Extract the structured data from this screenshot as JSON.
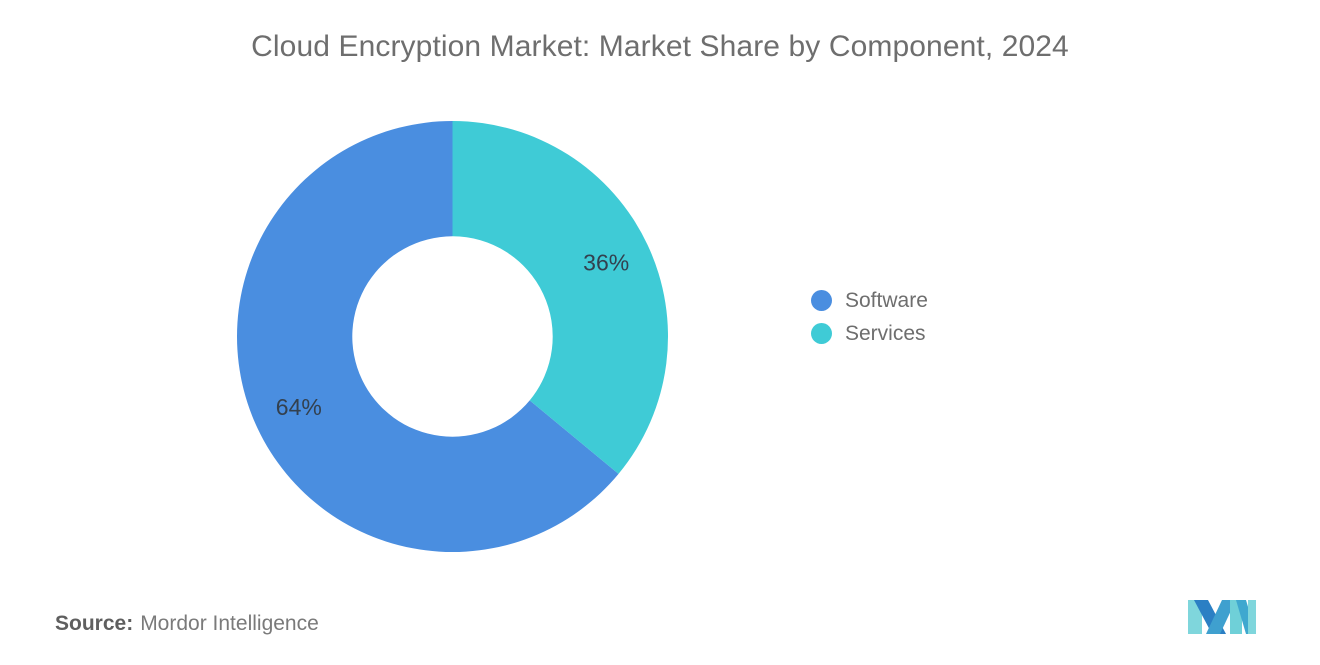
{
  "title": "Cloud Encryption Market: Market Share by Component, 2024",
  "source": {
    "label": "Source:",
    "value": "Mordor Intelligence"
  },
  "logo": {
    "name": "mordor-intelligence-logo",
    "alt": "MI"
  },
  "legend": {
    "position": "right",
    "items": [
      {
        "label": "Software",
        "color": "#4a8ee0"
      },
      {
        "label": "Services",
        "color": "#3fcbd6"
      }
    ]
  },
  "chart_data": {
    "type": "pie",
    "variant": "donut",
    "title": "Cloud Encryption Market: Market Share by Component, 2024",
    "xlabel": "",
    "ylabel": "",
    "unit": "%",
    "start_angle_deg": 0,
    "direction": "clockwise",
    "inner_radius_ratio": 0.465,
    "categories": [
      "Software",
      "Services"
    ],
    "values": [
      64,
      36
    ],
    "slices": [
      {
        "name": "Software",
        "value": 64,
        "data_label": "64%",
        "color": "#4a8ee0"
      },
      {
        "name": "Services",
        "value": 36,
        "data_label": "36%",
        "color": "#3fcbd6"
      }
    ],
    "labels": [
      "64%",
      "36%"
    ],
    "grid": false
  },
  "colors": {
    "software": "#4a8ee0",
    "services": "#3fcbd6",
    "title_text": "#6e6e6e",
    "legend_text": "#6e6e6e",
    "data_label_text": "#33404e",
    "background": "#ffffff",
    "logo_dark_blue": "#2b7fc4",
    "logo_teal": "#5ac8d0"
  }
}
